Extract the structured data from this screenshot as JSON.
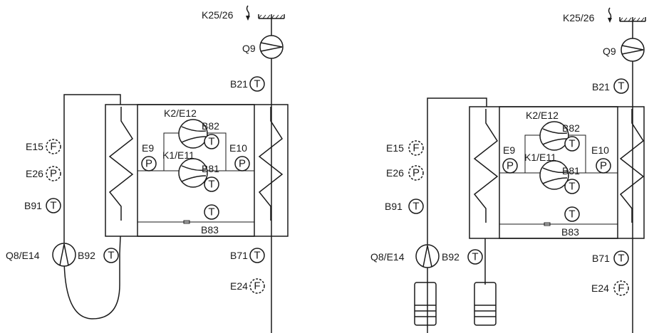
{
  "left": {
    "pump_q9": "Q9",
    "pump_q8": "Q8/E14",
    "k2": "K2/E12",
    "k1": "K1/E11",
    "e9": "E9",
    "e10": "E10",
    "k25": "K25/26",
    "b21": "B21",
    "b82": "B82",
    "b81": "B81",
    "b83": "B83",
    "b71": "B71",
    "b91": "B91",
    "b92": "B92",
    "e15": "E15",
    "e26": "E26",
    "e24": "E24"
  },
  "right": {
    "pump_q9": "Q9",
    "pump_q8": "Q8/E14",
    "k2": "K2/E12",
    "k1": "K1/E11",
    "e9": "E9",
    "e10": "E10",
    "k25": "K25/26",
    "b21": "B21",
    "b82": "B82",
    "b81": "B81",
    "b83": "B83",
    "b71": "B71",
    "b91": "B91",
    "b92": "B92",
    "e15": "E15",
    "e26": "E26",
    "e24": "E24"
  },
  "symbols": {
    "temperature": "T",
    "pressure": "P",
    "flow": "F"
  }
}
